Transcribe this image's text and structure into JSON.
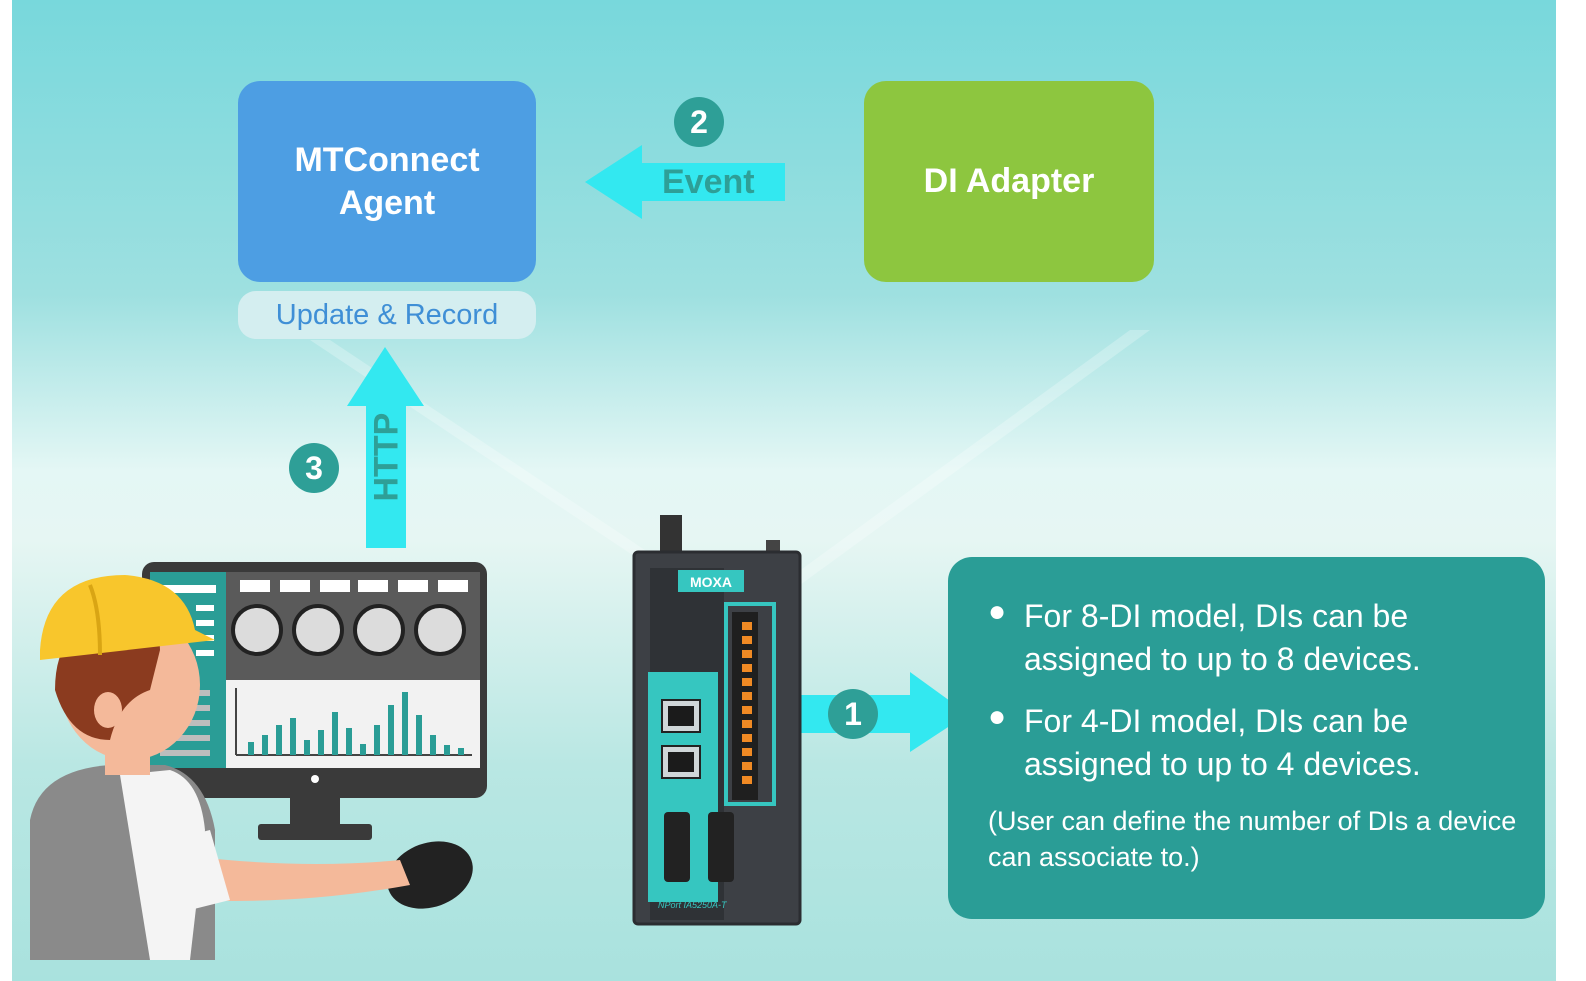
{
  "agent": {
    "line1": "MTConnect",
    "line2": "Agent",
    "subtitle": "Update & Record"
  },
  "adapter": {
    "label": "DI Adapter"
  },
  "steps": [
    {
      "number": "1"
    },
    {
      "number": "2",
      "label": "Event"
    },
    {
      "number": "3",
      "label": "HTTP"
    }
  ],
  "device": {
    "brand": "MOXA",
    "model": "NPort IA5250A-T"
  },
  "info": {
    "bullets": [
      "For 8-DI model, DIs can be assigned to up to 8 devices.",
      "For 4-DI model, DIs can be assigned to up to 4 devices."
    ],
    "note": "(User can define the number of DIs a device can associate to.)"
  },
  "colors": {
    "agent": "#4d9ee3",
    "adapter": "#8dc63f",
    "teal": "#2a9d96",
    "arrow": "#33e8f0"
  },
  "icons": [
    "worker-figure",
    "monitor-dashboard",
    "moxa-device"
  ]
}
